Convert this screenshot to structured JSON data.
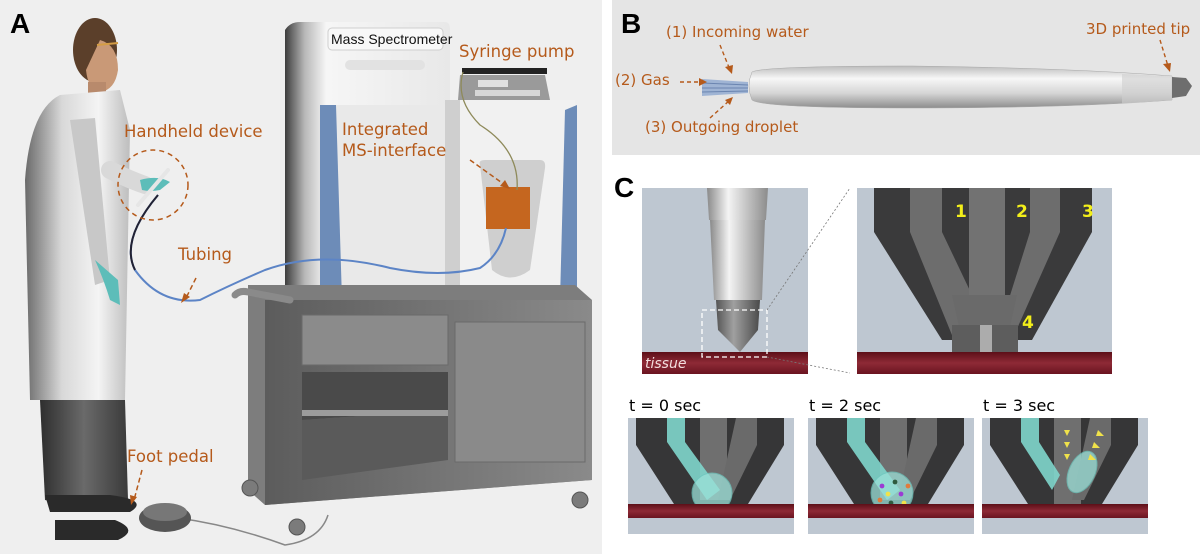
{
  "figure": {
    "panels": {
      "a": {
        "letter": "A",
        "labels": {
          "handheld_device": "Handheld device",
          "tubing": "Tubing",
          "foot_pedal": "Foot pedal",
          "integrated_ms_interface_line1": "Integrated",
          "integrated_ms_interface_line2": "MS-interface",
          "syringe_pump": "Syringe pump"
        },
        "instrument_label": "Mass Spectrometer"
      },
      "b": {
        "letter": "B",
        "labels": {
          "incoming_water": "(1) Incoming water",
          "gas": "(2) Gas",
          "outgoing_droplet": "(3) Outgoing droplet",
          "printed_tip": "3D printed tip"
        }
      },
      "c": {
        "letter": "C",
        "tissue_label": "tissue",
        "channel_numbers": [
          "1",
          "2",
          "3",
          "4"
        ],
        "timepoints": [
          {
            "label": "t = 0 sec"
          },
          {
            "label": "t = 2 sec"
          },
          {
            "label": "t = 3 sec"
          }
        ]
      }
    },
    "colors": {
      "annotation": "#b55a1b",
      "channel_number": "#f2ee1a",
      "tissue": "#7a1722",
      "water": "#7fd6cc",
      "render_background": "#bec7d1"
    }
  }
}
